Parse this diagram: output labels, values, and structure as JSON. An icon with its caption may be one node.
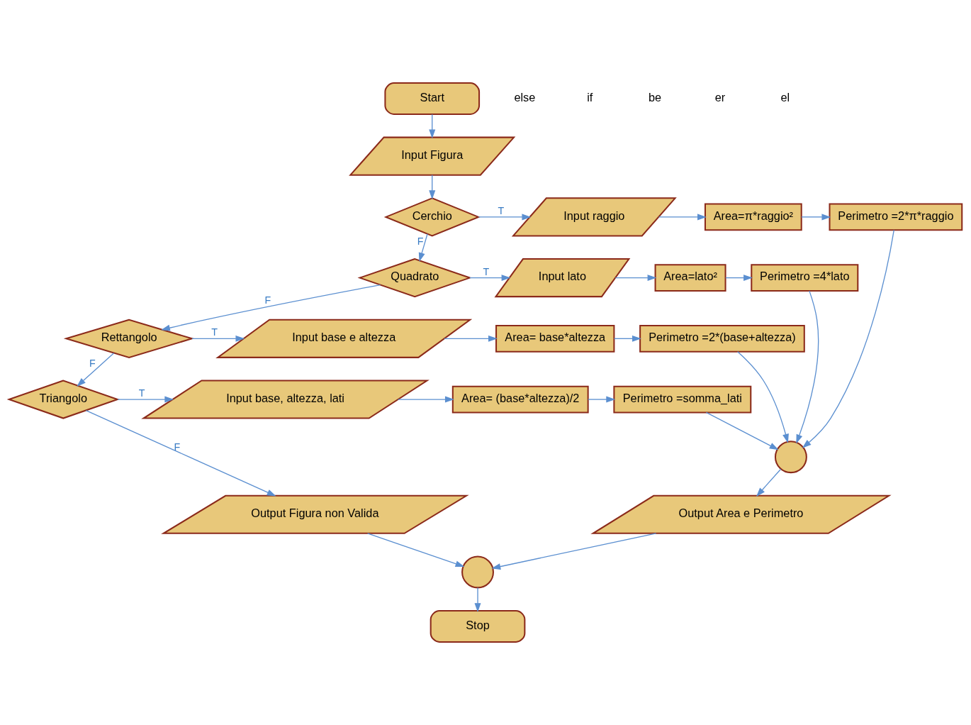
{
  "diagram": {
    "nodes": [
      {
        "text": [
          "Start"
        ]
      },
      {
        "text": [
          "Input Figura"
        ]
      },
      {
        "text": [
          "Cerchio"
        ]
      },
      {
        "text": [
          "Input raggio"
        ]
      },
      {
        "text": [
          "Area=π*raggio²"
        ]
      },
      {
        "text": [
          "Perimetro =2*π*raggio"
        ]
      },
      {
        "text": [
          "Quadrato"
        ]
      },
      {
        "text": [
          "Input lato"
        ]
      },
      {
        "text": [
          "Area=lato²"
        ]
      },
      {
        "text": [
          "Perimetro =4*lato"
        ]
      },
      {
        "text": [
          "Rettangolo"
        ]
      },
      {
        "text": [
          "Input base e altezza"
        ]
      },
      {
        "text": [
          "Area= base*altezza"
        ]
      },
      {
        "text": [
          "Perimetro =2*(base+altezza)"
        ]
      },
      {
        "text": [
          "Triangolo"
        ]
      },
      {
        "text": [
          "Input base, altezza, lati"
        ]
      },
      {
        "text": [
          "Area= (base*altezza)/2"
        ]
      },
      {
        "text": [
          "Perimetro =somma_lati"
        ]
      },
      {
        "text": [],
        "shape": "circle"
      },
      {
        "text": [
          "Output Area e Perimetro"
        ]
      },
      {
        "text": [
          "Output Figura non Valida"
        ]
      },
      {
        "text": [],
        "shape": "circle"
      },
      {
        "text": [
          "Stop"
        ]
      }
    ],
    "edges": [
      {
        "from": 0,
        "to": 1,
        "arrow": "to"
      },
      {
        "from": 1,
        "to": 2,
        "arrow": "to"
      },
      {
        "from": 2,
        "to": 3,
        "arrow": "to",
        "label": "T"
      },
      {
        "from": 3,
        "to": 4,
        "arrow": "to"
      },
      {
        "from": 4,
        "to": 5,
        "arrow": "to"
      },
      {
        "from": 5,
        "to": 18,
        "arrow": "to"
      },
      {
        "from": 2,
        "to": 6,
        "arrow": "to",
        "label": "F"
      },
      {
        "from": 6,
        "to": 7,
        "arrow": "to",
        "label": "T"
      },
      {
        "from": 7,
        "to": 8,
        "arrow": "to"
      },
      {
        "from": 8,
        "to": 9,
        "arrow": "to"
      },
      {
        "from": 9,
        "to": 18,
        "arrow": "to"
      },
      {
        "from": 6,
        "to": 10,
        "arrow": "to",
        "label": "F"
      },
      {
        "from": 10,
        "to": 11,
        "arrow": "to",
        "label": "T"
      },
      {
        "from": 11,
        "to": 12,
        "arrow": "to"
      },
      {
        "from": 12,
        "to": 13,
        "arrow": "to"
      },
      {
        "from": 13,
        "to": 18,
        "arrow": "to"
      },
      {
        "from": 10,
        "to": 14,
        "arrow": "to",
        "label": "F"
      },
      {
        "from": 14,
        "to": 15,
        "arrow": "to",
        "label": "T"
      },
      {
        "from": 15,
        "to": 16,
        "arrow": "to"
      },
      {
        "from": 16,
        "to": 17,
        "arrow": "to"
      },
      {
        "from": 17,
        "to": 18,
        "arrow": "to"
      },
      {
        "from": 14,
        "to": 20,
        "arrow": "to",
        "label": "F"
      },
      {
        "from": 18,
        "to": 19,
        "arrow": "to"
      },
      {
        "from": 19,
        "to": 21,
        "arrow": "to"
      },
      {
        "from": 20,
        "to": 21,
        "arrow": "to"
      },
      {
        "from": 21,
        "to": 22,
        "arrow": "to"
      }
    ],
    "labels": [
      "else",
      "if",
      "be",
      "er",
      "el"
    ]
  }
}
